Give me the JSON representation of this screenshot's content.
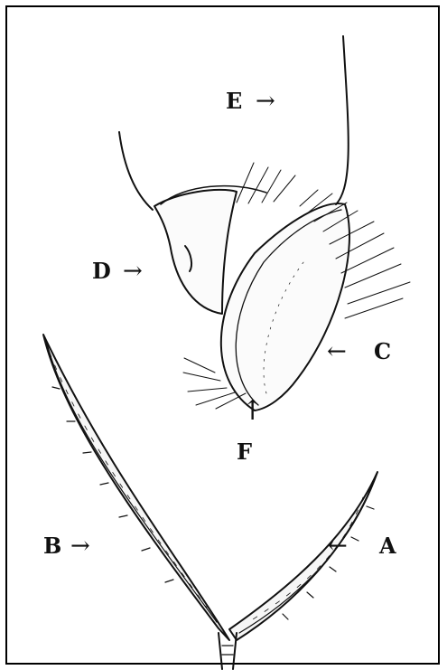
{
  "labels": {
    "a": "A",
    "b": "B",
    "c": "C",
    "d": "D",
    "e": "E",
    "f": "F"
  },
  "arrows": {
    "left": "←",
    "right": "→",
    "up": "↑"
  },
  "colors": {
    "ink": "#111111",
    "paper": "#ffffff"
  }
}
